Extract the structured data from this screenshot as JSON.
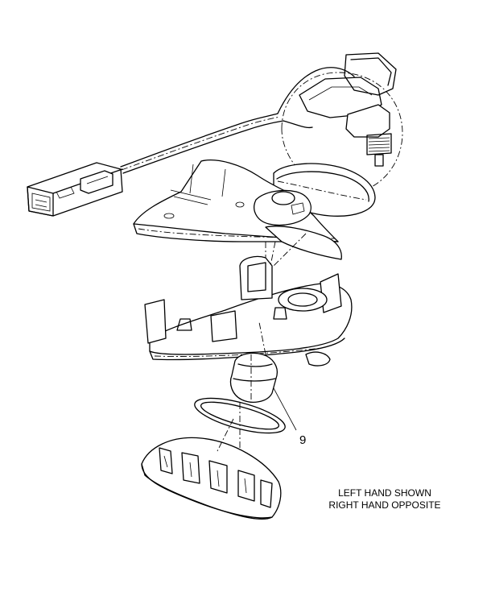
{
  "callout": {
    "number": "9"
  },
  "note": {
    "line1": "LEFT HAND SHOWN",
    "line2": "RIGHT HAND OPPOSITE"
  },
  "icons": [
    "connector-icon",
    "lamp-socket-icon",
    "bulb-icon",
    "gasket-icon",
    "lens-icon"
  ],
  "colors": {
    "line": "#000000",
    "background": "#ffffff"
  }
}
